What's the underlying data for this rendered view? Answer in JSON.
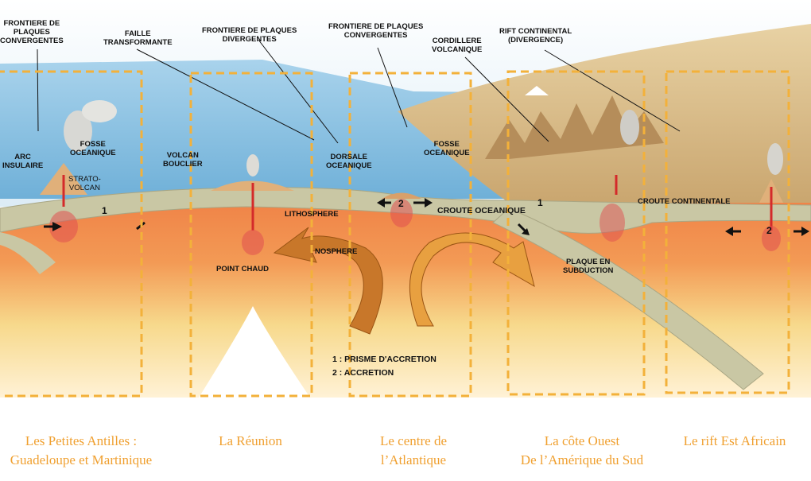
{
  "labels": {
    "frontiere_conv_1": [
      "FRONTIERE DE",
      "PLAQUES",
      "CONVERGENTES"
    ],
    "faille_transformante": [
      "FAILLE",
      "TRANSFORMANTE"
    ],
    "frontiere_div": [
      "FRONTIERE DE PLAQUES",
      "DIVERGENTES"
    ],
    "frontiere_conv_2": [
      "FRONTIERE DE PLAQUES",
      "CONVERGENTES"
    ],
    "cordillere": [
      "CORDILLERE",
      "VOLCANIQUE"
    ],
    "rift_continental": [
      "RIFT CONTINENTAL",
      "(DIVERGENCE)"
    ],
    "arc_insulaire": [
      "ARC",
      "INSULAIRE"
    ],
    "fosse_1": [
      "FOSSE",
      "OCEANIQUE"
    ],
    "strato_volcan": [
      "STRATO-",
      "VOLCAN"
    ],
    "volcan_bouclier": [
      "VOLCAN",
      "BOUCLIER"
    ],
    "dorsale": [
      "DORSALE",
      "OCEANIQUE"
    ],
    "fosse_2": [
      "FOSSE",
      "OCEANIQUE"
    ],
    "lithosphere": "LITHOSPHERE",
    "asthenosphere": "NOSPHERE",
    "croute_oceanique": "CROUTE OCEANIQUE",
    "croute_continentale": "CROUTE CONTINENTALE",
    "point_chaud": "POINT CHAUD",
    "plaque_subduction": [
      "PLAQUE EN",
      "SUBDUCTION"
    ]
  },
  "numbers": {
    "n1_left": "1",
    "n2_ridge": "2",
    "n1_right": "1",
    "n2_rift": "2"
  },
  "legend": [
    "1 : PRISME D'ACCRETION",
    "2 : ACCRETION"
  ],
  "captions": {
    "antilles": [
      "Les Petites Antilles :",
      "Guadeloupe et Martinique"
    ],
    "reunion": [
      "La Réunion"
    ],
    "atlantique": [
      "Le centre de",
      "l’Atlantique"
    ],
    "amerique": [
      "La côte Ouest",
      "De l’Amérique du Sud"
    ],
    "rift": [
      "Le rift Est Africain"
    ]
  },
  "colors": {
    "sea": "#8fc3e3",
    "sky": "#dcecf6",
    "crust": "#c9c7a4",
    "mantle_orange": "#ef7f45",
    "mantle_yellow": "#f7d98c",
    "dashed_box": "#f3b13a",
    "caption": "#f0a030",
    "arrow": "#c8772a"
  }
}
